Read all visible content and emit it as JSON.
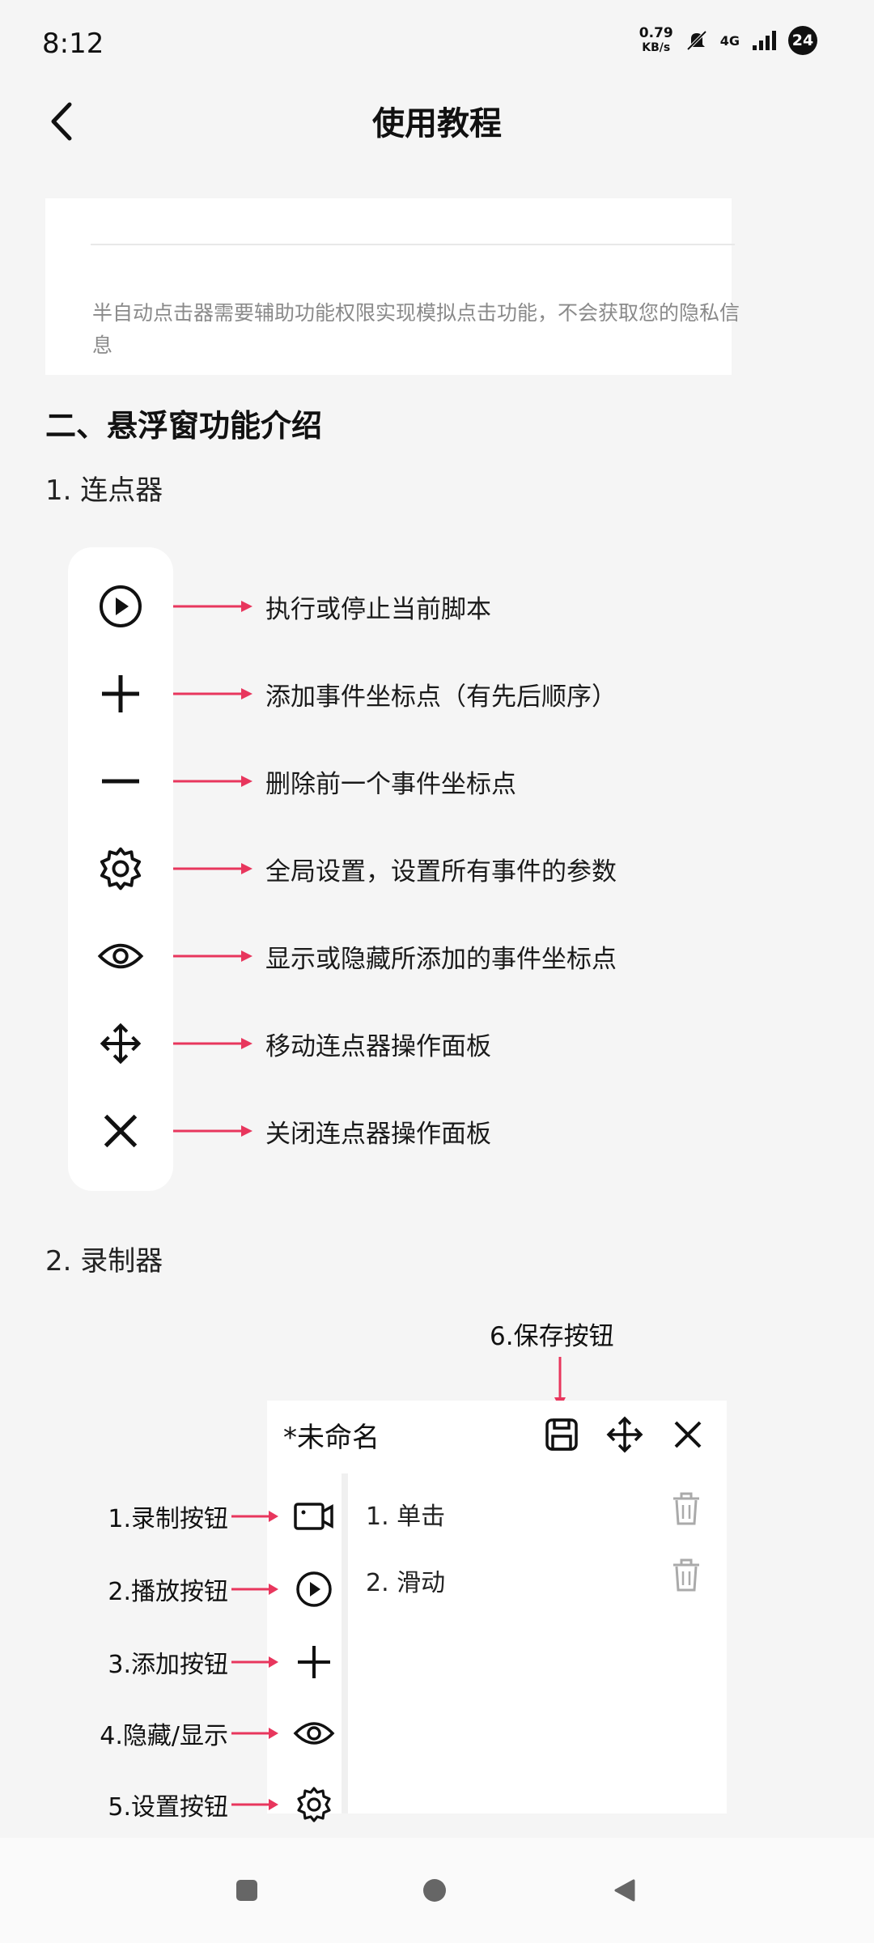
{
  "status_bar": {
    "time": "8:12",
    "net_speed_value": "0.79",
    "net_speed_unit": "KB/s",
    "network": "4G",
    "notification_count": "24"
  },
  "header": {
    "title": "使用教程"
  },
  "card": {
    "text": "半自动点击器需要辅助功能权限实现模拟点击功能，不会获取您的隐私信息"
  },
  "section": {
    "title": "二、悬浮窗功能介绍",
    "clicker_title": "1. 连点器",
    "recorder_title": "2. 录制器"
  },
  "clicker": {
    "items": [
      {
        "icon": "play-circle-icon",
        "label": "执行或停止当前脚本"
      },
      {
        "icon": "plus-icon",
        "label": "添加事件坐标点（有先后顺序）"
      },
      {
        "icon": "minus-icon",
        "label": "删除前一个事件坐标点"
      },
      {
        "icon": "gear-icon",
        "label": "全局设置，设置所有事件的参数"
      },
      {
        "icon": "eye-icon",
        "label": "显示或隐藏所添加的事件坐标点"
      },
      {
        "icon": "move-icon",
        "label": "移动连点器操作面板"
      },
      {
        "icon": "close-icon",
        "label": "关闭连点器操作面板"
      }
    ]
  },
  "recorder": {
    "save_label": "6.保存按钮",
    "panel_title": "*未命名",
    "list": [
      "1. 单击",
      "2. 滑动"
    ],
    "side_labels": [
      "1.录制按钮",
      "2.播放按钮",
      "3.添加按钮",
      "4.隐藏/显示",
      "5.设置按钮"
    ]
  },
  "colors": {
    "arrow": "#e8365d",
    "background": "#f5f5f5"
  }
}
